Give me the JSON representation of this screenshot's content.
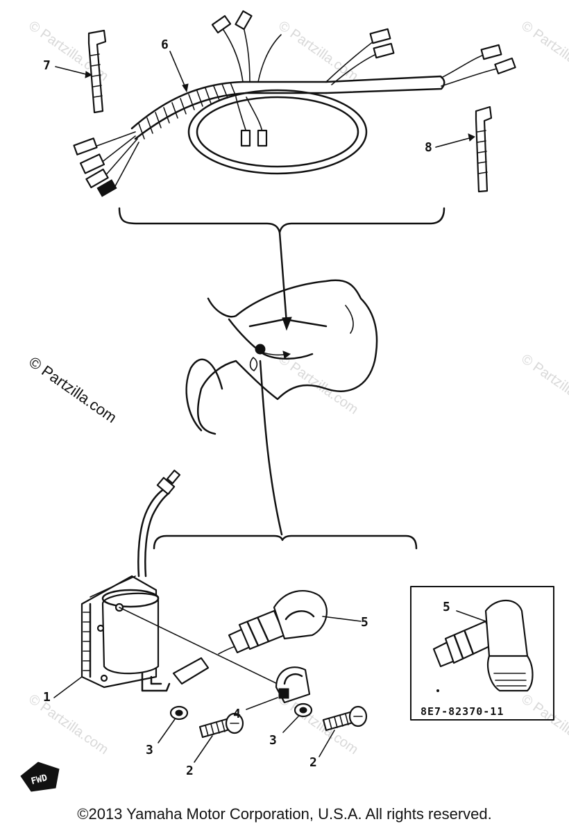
{
  "callouts": {
    "c1": "1",
    "c2a": "2",
    "c2b": "2",
    "c3a": "3",
    "c3b": "3",
    "c4": "4",
    "c5": "5",
    "c5_inset": "5",
    "c6": "6",
    "c7": "7",
    "c8": "8"
  },
  "inset_part_number": "8E7-82370-11",
  "fwd_label": "FWD",
  "watermark": "© Partzilla.com",
  "copyright": "©2013 Yamaha Motor Corporation, U.S.A. All rights reserved."
}
